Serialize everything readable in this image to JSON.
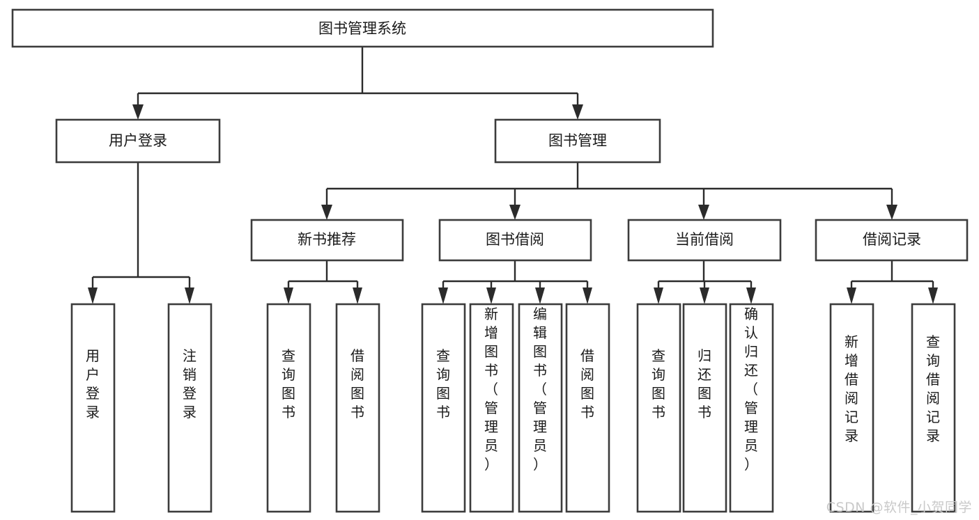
{
  "diagram": {
    "type": "tree",
    "title": "图书管理系统",
    "watermark": "CSDN @软件_小贺同学",
    "colors": {
      "box_stroke": "#3c3c3c",
      "connector": "#2b2b2b",
      "box_fill": "#ffffff",
      "text": "#1a1a1a",
      "watermark": "#c9c9c9"
    },
    "root": {
      "label": "图书管理系统"
    },
    "level2": [
      {
        "label": "用户登录"
      },
      {
        "label": "图书管理"
      }
    ],
    "level3": [
      {
        "label": "新书推荐"
      },
      {
        "label": "图书借阅"
      },
      {
        "label": "当前借阅"
      },
      {
        "label": "借阅记录"
      }
    ],
    "leaves": {
      "user_login": [
        {
          "label": "用户登录"
        },
        {
          "label": "注销登录"
        }
      ],
      "new_book_recommend": [
        {
          "label": "查询图书"
        },
        {
          "label": "借阅图书"
        }
      ],
      "book_borrow": [
        {
          "label": "查询图书"
        },
        {
          "label": "新增图书（管理员）"
        },
        {
          "label": "编辑图书（管理员）"
        },
        {
          "label": "借阅图书"
        }
      ],
      "current_borrow": [
        {
          "label": "查询图书"
        },
        {
          "label": "归还图书"
        },
        {
          "label": "确认归还（管理员）"
        }
      ],
      "borrow_record": [
        {
          "label": "新增借阅记录"
        },
        {
          "label": "查询借阅记录"
        }
      ]
    }
  }
}
